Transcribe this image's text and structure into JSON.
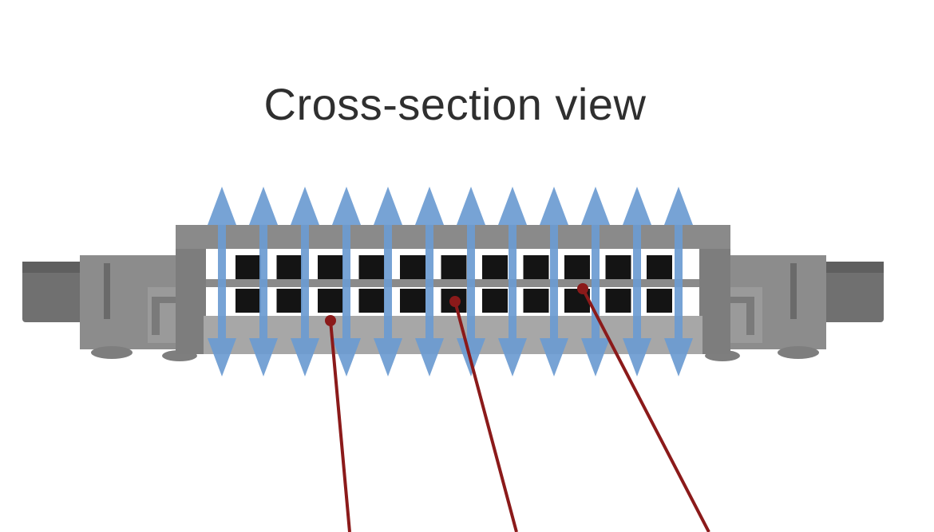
{
  "title": "Cross-section view",
  "colors": {
    "housing_dark": "#6b6b6b",
    "housing_mid": "#8a8a8a",
    "housing_light": "#a7a7a7",
    "contact_black": "#141414",
    "arrow_blue": "#6b9bd1",
    "leader_red": "#8b1a1a",
    "background": "#ffffff"
  },
  "diagram": {
    "contact_rows": 2,
    "contacts_per_row": 11,
    "airflow_arrows": 12,
    "leader_lines": 3
  }
}
